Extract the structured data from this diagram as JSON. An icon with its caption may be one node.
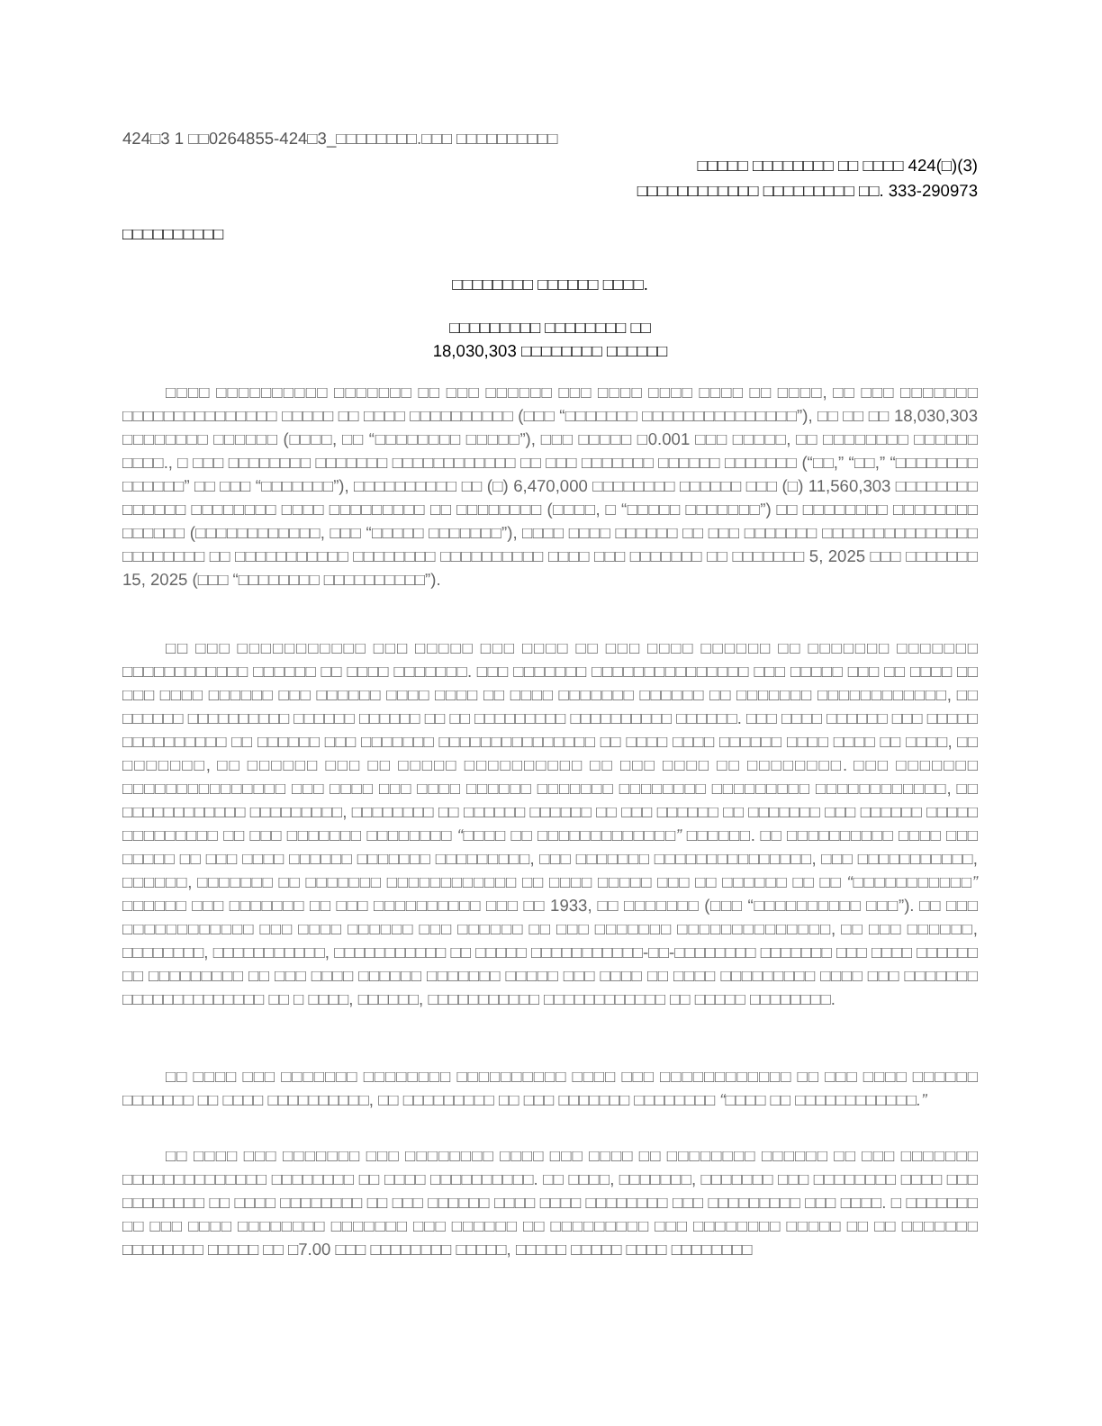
{
  "diagram": {
    "labels": [
      "424□3 1 □□0264855-424□3_□□□□□□□□.□□□ □□□□□□□□□□",
      "□□□□□ □□□□□□□□ □□ □□□□ 424(□)(3)",
      "□□□□□□□□□□□□ □□□□□□□□□ □□. 333-290973",
      "□□□□□□□□□□",
      "□□□□□□□□ □□□□□□ □□□□.",
      "□□□□□□□□□ □□□□□□□□ □□",
      "18,030,303 □□□□□□□□ □□□□□□",
      "□□□□ □□□□□□□□□□ □□□□□□□ □□ □□□ □□□□□□ □□□ □□□□ □□□□ □□□□ □□ □□□□, □□ □□□ □□□□□□□ □□□□□□□□□□□□□□□ □□□□□ □□ □□□□ □□□□□□□□□□ (□□□ “□□□□□□□ □□□□□□□□□□□□□□□”), □□ □□ □□ 18,030,303 □□□□□□□□ □□□□□□ (□□□□, □□ “□□□□□□□□ □□□□□”), □□□ □□□□□ □0.001 □□□ □□□□□, □□ □□□□□□□□ □□□□□□ □□□□., □ □□□ □□□□□□□□ □□□□□□□ □□□□□□□□□□□□ □□ □□□ □□□□□□□ □□□□□□ □□□□□□□ (“□□,” “□□,” “□□□□□□□□ □□□□□□” □□ □□□ “□□□□□□□”), □□□□□□□□□□ □□ (□) 6,470,000 □□□□□□□□ □□□□□□ □□□ (□) 11,560,303 □□□□□□□□ □□□□□□ □□□□□□□□ □□□□ □□□□□□□□□ □□ □□□□□□□□ (□□□□, □ “□□□□□ □□□□□□□”) □□ □□□□□□□□ □□□□□□□□ □□□□□□ (□□□□□□□□□□□□, □□□ “□□□□□ □□□□□□□”), □□□□ □□□□ □□□□□□ □□ □□□ □□□□□□□ □□□□□□□□□□□□□□□ □□□□□□□□ □□ □□□□□□□□□□□ □□□□□□□□ □□□□□□□□□□ □□□□ □□□ □□□□□□□ □□ □□□□□□□ 5, 2025 □□□ □□□□□□□ 15, 2025 (□□□ “□□□□□□□□ □□□□□□□□□□”).",
      "□□ □□□ □□□□□□□□□□□ □□□ □□□□□ □□□ □□□□ □□ □□□ □□□□ □□□□□□ □□ □□□□□□□ □□□□□□□ □□□□□□□□□□□□ □□□□□□ □□ □□□□ □□□□□□□. □□□ □□□□□□□ □□□□□□□□□□□□□□□ □□□ □□□□□ □□□ □□ □□□□ □□ □□□ □□□□ □□□□□□ □□□ □□□□□□ □□□□ □□□□ □□ □□□□ □□□□□□□ □□□□□□ □□ □□□□□□□ □□□□□□□□□□□□, □□ □□□□□□ □□□□□□□□□□ □□□□□□ □□□□□□ □□ □□ □□□□□□□□□ □□□□□□□□□□ □□□□□□. □□□ □□□□ □□□□□□ □□□ □□□□□ □□□□□□□□□□ □□ □□□□□□ □□□ □□□□□□□ □□□□□□□□□□□□□□□ □□ □□□□ □□□□ □□□□□□ □□□□ □□□□ □□ □□□□, □□ □□□□□□□, □□ □□□□□□ □□□ □□ □□□□□ □□□□□□□□□□ □□ □□□ □□□□ □□ □□□□□□□□. □□□ □□□□□□□ □□□□□□□□□□□□□□□ □□□ □□□□ □□□ □□□□ □□□□□□ □□□□□□□ □□□□□□□□ □□□□□□□□□ □□□□□□□□□□□□, □□ □□□□□□□□□□□□ □□□□□□□□□, □□□□□□□□ □□ □□□□□□ □□□□□□ □□ □□□ □□□□□□ □□ □□□□□□□ □□□ □□□□□□ □□□□□ □□□□□□□□□ □□ □□□ □□□□□□□ □□□□□□□□ *“□□□□ □□ □□□□□□□□□□□□□”* □□□□□□. □□ □□□□□□□□□□ □□□□ □□□ □□□□□ □□ □□□ □□□□ □□□□□□ □□□□□□□ □□□□□□□□□, □□□ □□□□□□□ □□□□□□□□□□□□□□□, □□□ □□□□□□□□□□□, □□□□□□, □□□□□□□ □□ □□□□□□□ □□□□□□□□□□□□ □□ □□□□ □□□□□ □□□ □□ □□□□□□ □□ □□ *“□□□□□□□□□□□”* □□□□□□ □□□ □□□□□□□ □□ □□□ □□□□□□□□□□ □□□ □□ 1933, □□ □□□□□□□ (□□□ “□□□□□□□□□□ □□□”). □□ □□□ □□□□□□□□□□□□ □□□ □□□□ □□□□□□ □□□ □□□□□□ □□ □□□ □□□□□□□ □□□□□□□□□□□□□□, □□ □□□ □□□□□□, □□□□□□□□, □□□□□□□□□□□, □□□□□□□□□□□ □□ □□□□□ □□□□□□□□□□□-□□-□□□□□□□□ □□□□□□□ □□□ □□□□ □□□□□□ □□ □□□□□□□□□ □□ □□□ □□□□ □□□□□□ □□□□□□□ □□□□□ □□□ □□□□ □□ □□□□ □□□□□□□□□ □□□□ □□□ □□□□□□□ □□□□□□□□□□□□□□ □□ □ □□□□, □□□□□□, □□□□□□□□□□□ □□□□□□□□□□□□ □□ □□□□□ □□□□□□□□.",
      "□□ □□□□ □□□ □□□□□□□ □□□□□□□□ □□□□□□□□□□ □□□□ □□□ □□□□□□□□□□□□ □□ □□□ □□□□ □□□□□□ □□□□□□□ □□ □□□□ □□□□□□□□□□, □□ □□□□□□□□□ □□ □□□ □□□□□□□ □□□□□□□□ *“□□□□ □□ □□□□□□□□□□□□.”*",
      "□□ □□□□ □□□ □□□□□□□ □□□ □□□□□□□□ □□□□ □□□ □□□□ □□ □□□□□□□□ □□□□□□ □□ □□□ □□□□□□□ □□□□□□□□□□□□□□ □□□□□□□□ □□ □□□□ □□□□□□□□□□. □□ □□□□, □□□□□□□, □□□□□□□ □□□ □□□□□□□□ □□□□ □□□ □□□□□□□□ □□ □□□□ □□□□□□□□ □□ □□□ □□□□□□ □□□□ □□□□ □□□□□□□□ □□□ □□□□□□□□□ □□□ □□□□. □ □□□□□□□ □□ □□□ □□□□ □□□□□□□□ □□□□□□□ □□□ □□□□□□ □□ □□□□□□□□□ □□□ □□□□□□□□ □□□□□ □□ □□ □□□□□□□ □□□□□□□□ □□□□□ □□ □7.00 □□□ □□□□□□□□ □□□□□, □□□□□ □□□□□ □□□□ □□□□□□□□"
    ]
  }
}
